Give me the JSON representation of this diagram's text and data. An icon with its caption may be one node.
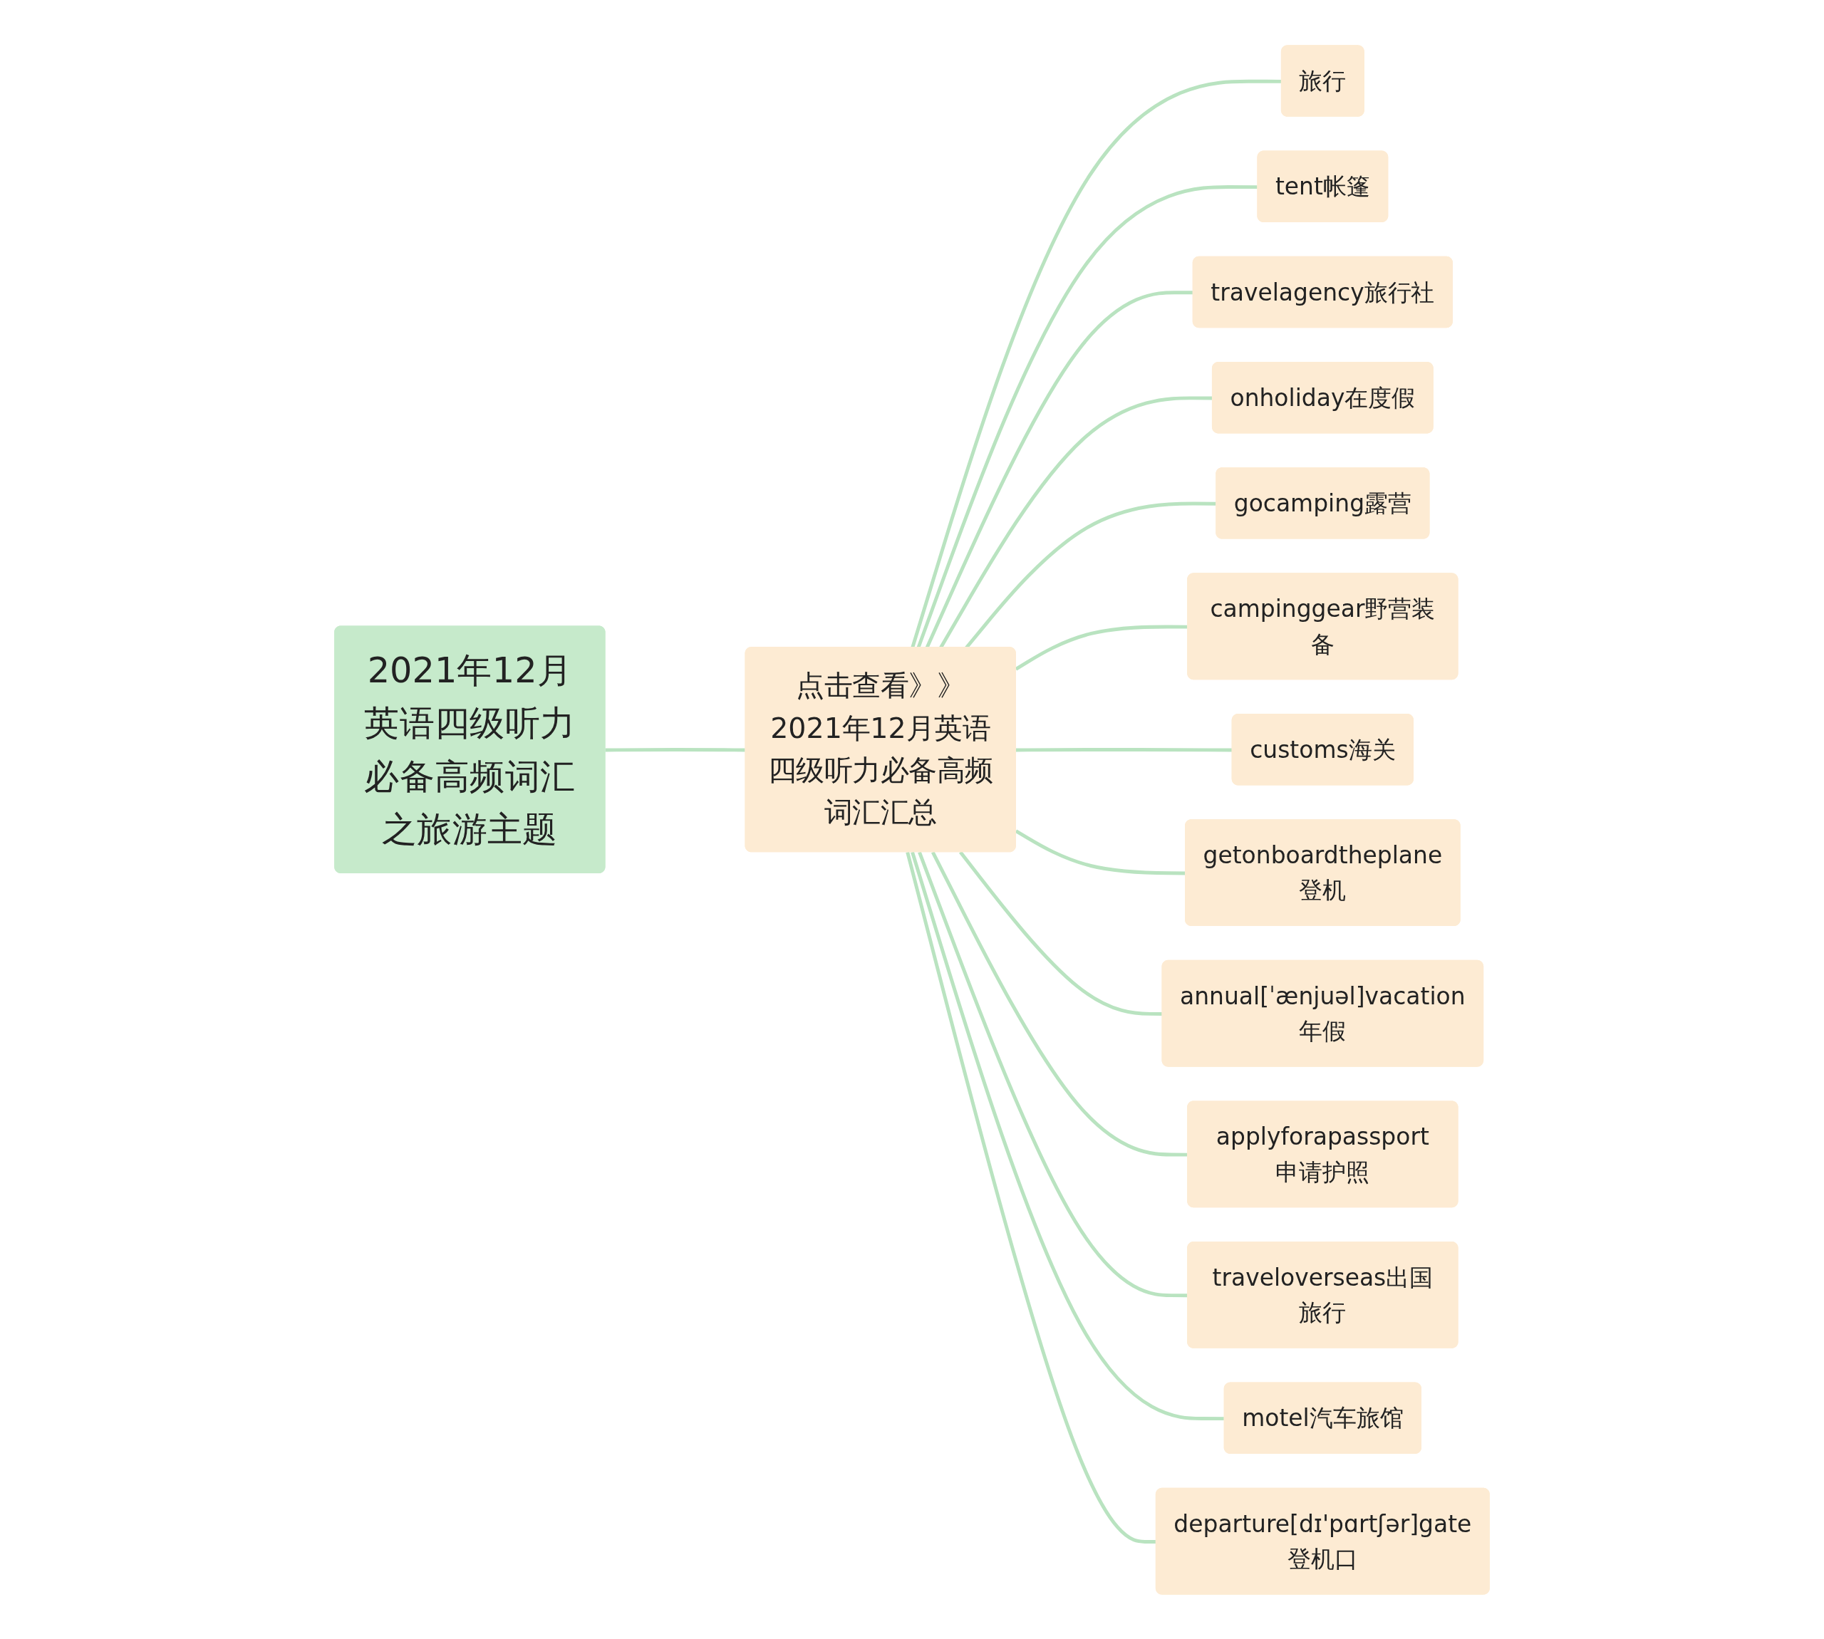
{
  "diagram": {
    "nodes": [
      {
        "text": [
          "2021年12月英语四级听力必备高频词汇之旅游主题"
        ]
      },
      {
        "text": [
          "点击查看》》2021年12月英语四级听力必备高频词汇汇总"
        ]
      },
      {
        "text": [
          "旅行"
        ]
      },
      {
        "text": [
          "tent帐篷"
        ]
      },
      {
        "text": [
          "travelagency旅行社"
        ]
      },
      {
        "text": [
          "onholiday在度假"
        ]
      },
      {
        "text": [
          "gocamping露营"
        ]
      },
      {
        "text": [
          "campinggear野营装备"
        ]
      },
      {
        "text": [
          "customs海关"
        ]
      },
      {
        "text": [
          "getonboardtheplane登机"
        ]
      },
      {
        "text": [
          "annual[ˈænjuəl]vacation年假"
        ]
      },
      {
        "text": [
          "applyforapassport申请护照"
        ]
      },
      {
        "text": [
          "traveloverseas出国旅行"
        ]
      },
      {
        "text": [
          "motel汽车旅馆"
        ]
      },
      {
        "text": [
          "departure[dɪ'pɑrtʃər]gate登机口"
        ]
      }
    ],
    "edges": [
      {
        "from": 0,
        "to": 1,
        "arrow": "none"
      },
      {
        "from": 1,
        "to": 2,
        "arrow": "none"
      },
      {
        "from": 1,
        "to": 3,
        "arrow": "none"
      },
      {
        "from": 1,
        "to": 4,
        "arrow": "none"
      },
      {
        "from": 1,
        "to": 5,
        "arrow": "none"
      },
      {
        "from": 1,
        "to": 6,
        "arrow": "none"
      },
      {
        "from": 1,
        "to": 7,
        "arrow": "none"
      },
      {
        "from": 1,
        "to": 8,
        "arrow": "none"
      },
      {
        "from": 1,
        "to": 9,
        "arrow": "none"
      },
      {
        "from": 1,
        "to": 10,
        "arrow": "none"
      },
      {
        "from": 1,
        "to": 11,
        "arrow": "none"
      },
      {
        "from": 1,
        "to": 12,
        "arrow": "none"
      },
      {
        "from": 1,
        "to": 13,
        "arrow": "none"
      },
      {
        "from": 1,
        "to": 14,
        "arrow": "none"
      }
    ]
  }
}
